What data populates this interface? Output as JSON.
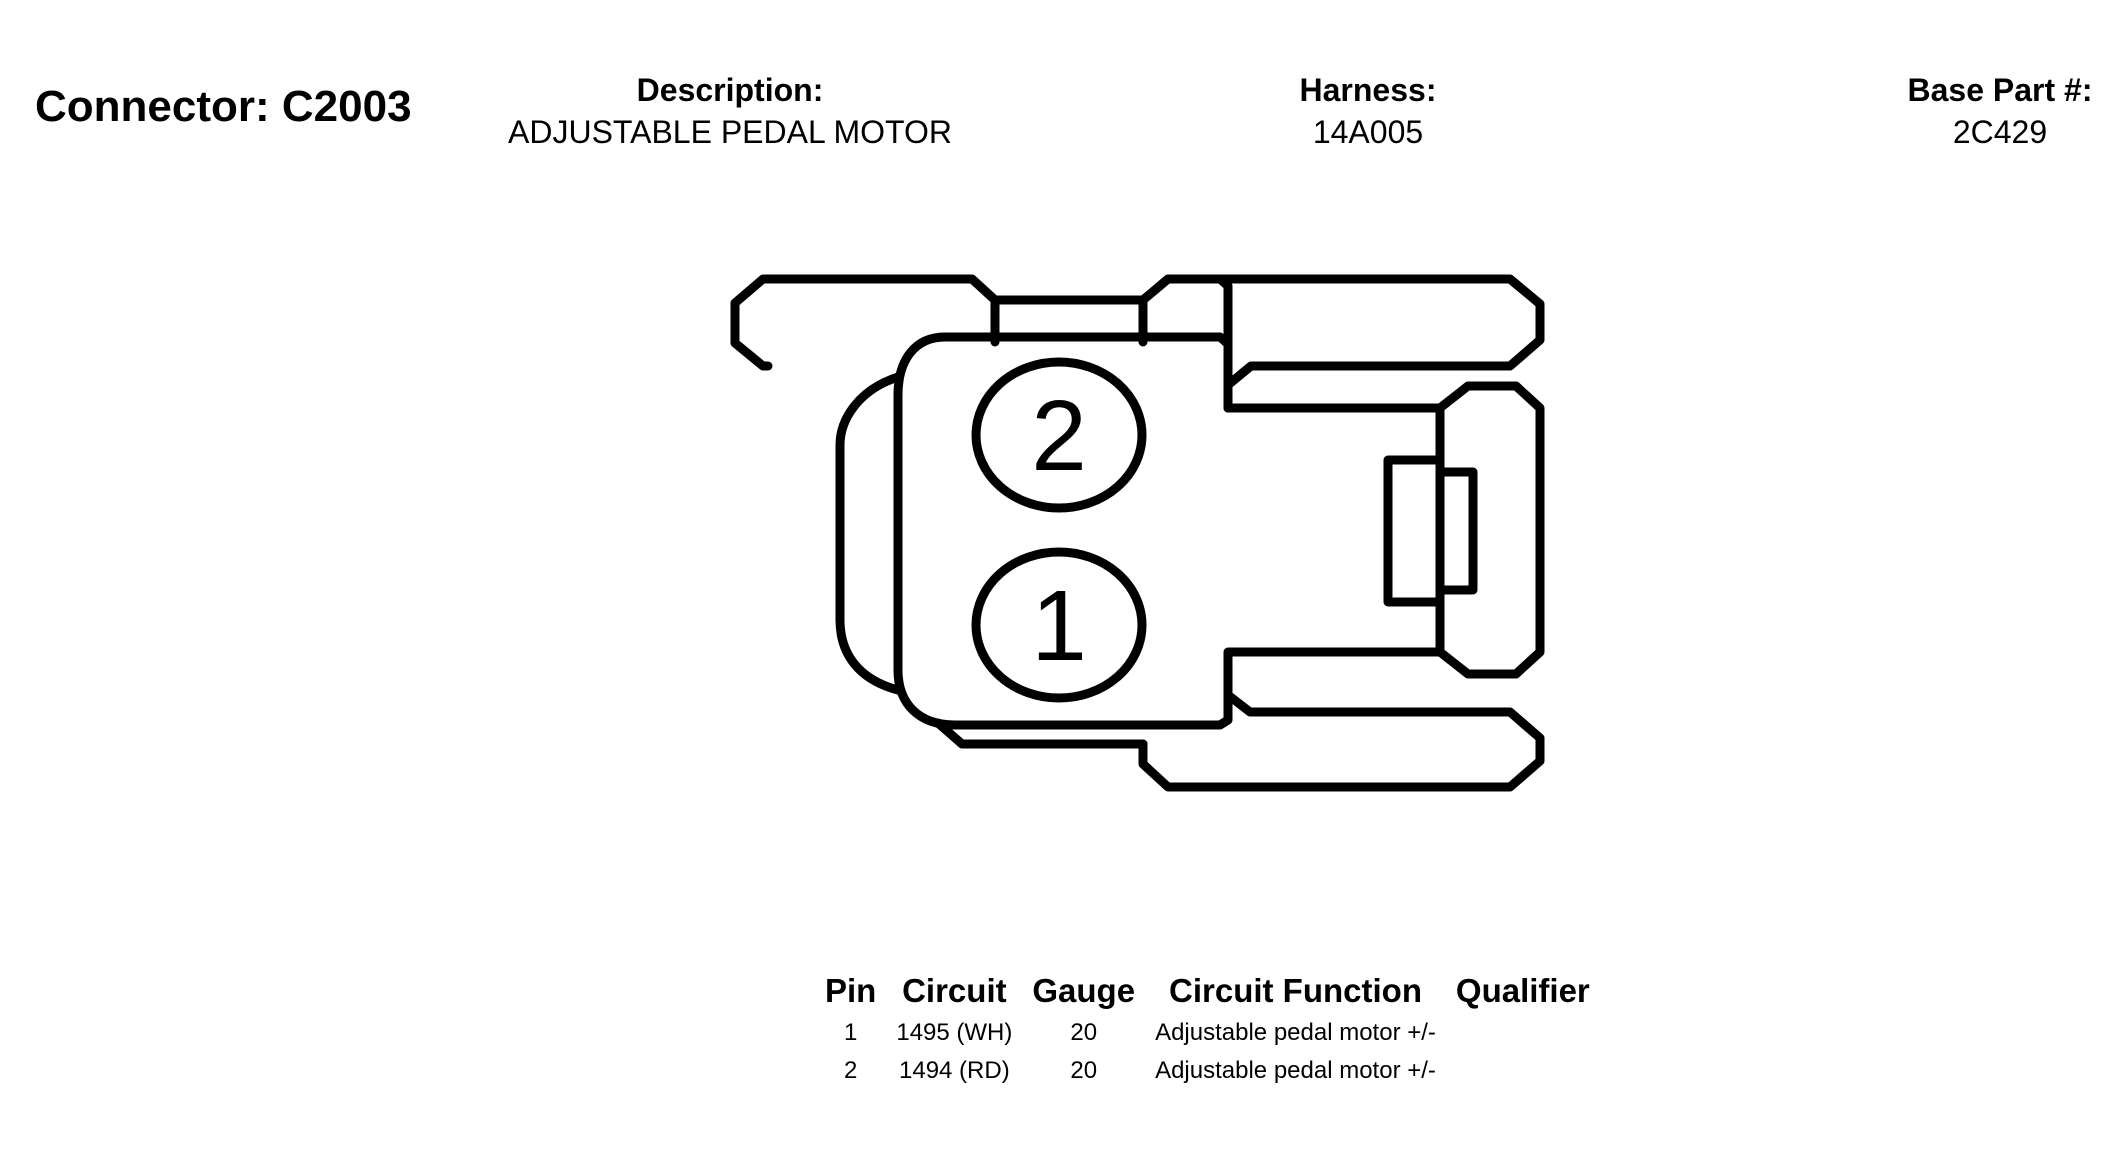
{
  "header": {
    "connector_title": "Connector: C2003",
    "description_label": "Description:",
    "description_value": "ADJUSTABLE PEDAL MOTOR",
    "harness_label": "Harness:",
    "harness_value": "14A005",
    "base_part_label": "Base Part #:",
    "base_part_value": "2C429"
  },
  "diagram": {
    "pins": [
      {
        "label": "2"
      },
      {
        "label": "1"
      }
    ]
  },
  "table": {
    "columns": [
      "Pin",
      "Circuit",
      "Gauge",
      "Circuit Function",
      "Qualifier"
    ],
    "rows": [
      {
        "pin": "1",
        "circuit": "1495 (WH)",
        "gauge": "20",
        "function": "Adjustable pedal motor +/-",
        "qualifier": ""
      },
      {
        "pin": "2",
        "circuit": "1494 (RD)",
        "gauge": "20",
        "function": "Adjustable pedal motor +/-",
        "qualifier": ""
      }
    ]
  }
}
